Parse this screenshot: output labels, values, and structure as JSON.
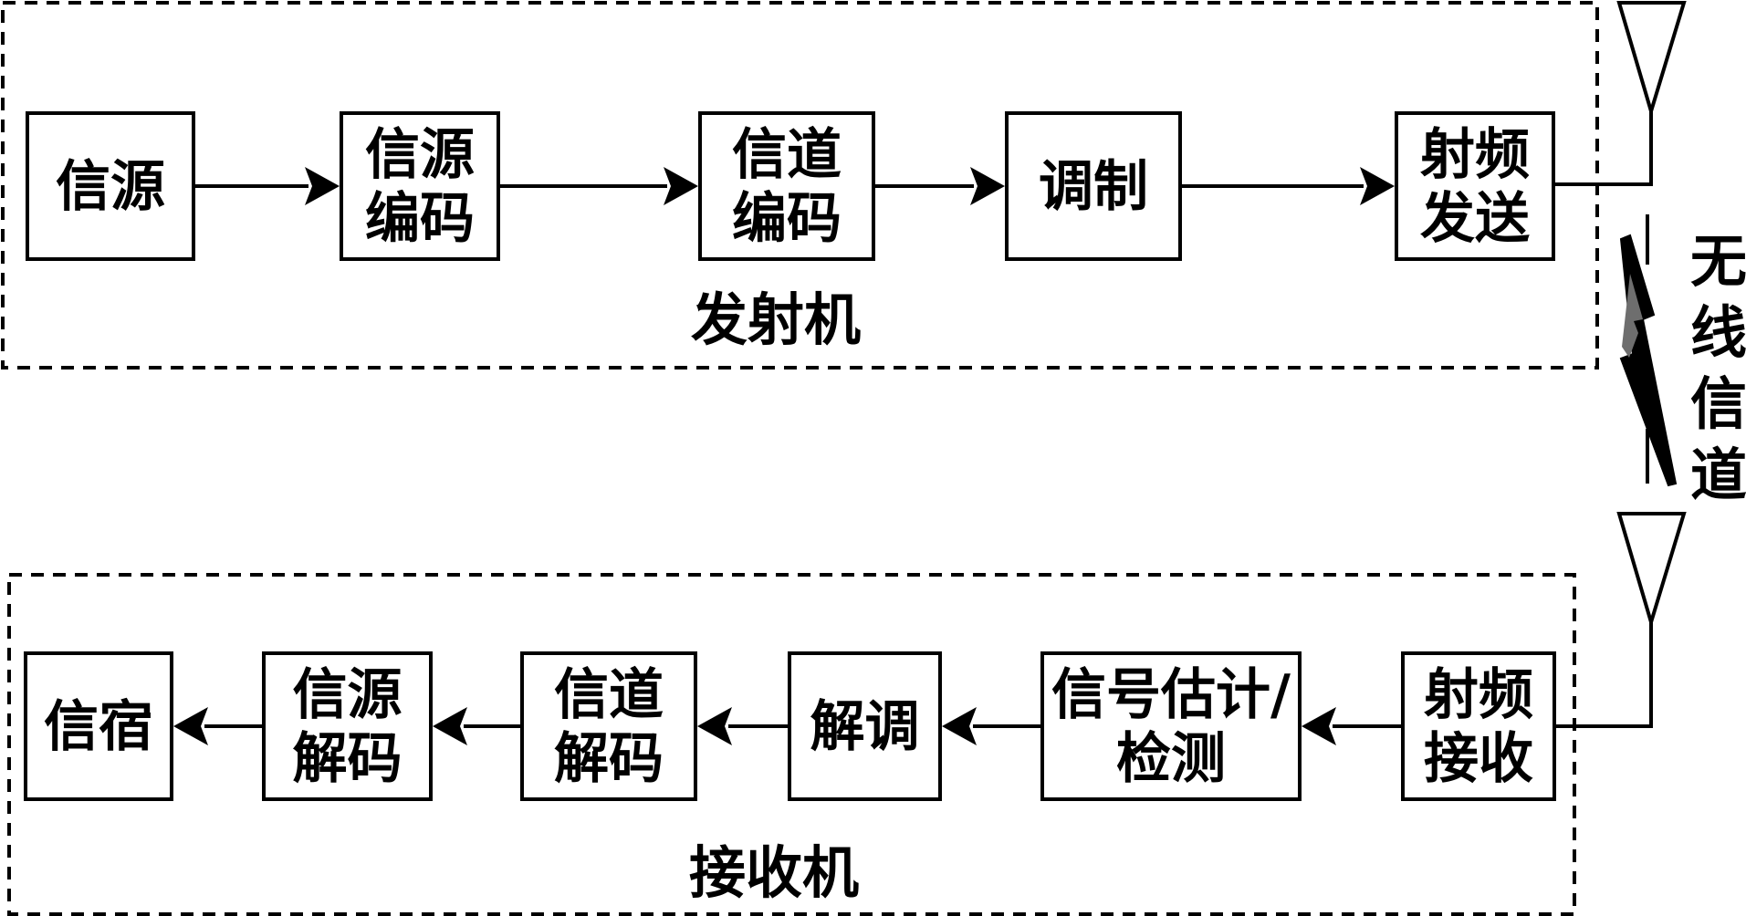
{
  "transmitter": {
    "label": "发射机",
    "blocks": [
      {
        "id": "source",
        "lines": [
          "信源"
        ]
      },
      {
        "id": "source-coding",
        "lines": [
          "信源",
          "编码"
        ]
      },
      {
        "id": "channel-coding",
        "lines": [
          "信道",
          "编码"
        ]
      },
      {
        "id": "modulation",
        "lines": [
          "调制"
        ]
      },
      {
        "id": "rf-transmit",
        "lines": [
          "射频",
          "发送"
        ]
      }
    ]
  },
  "receiver": {
    "label": "接收机",
    "blocks": [
      {
        "id": "sink",
        "lines": [
          "信宿"
        ]
      },
      {
        "id": "source-decoding",
        "lines": [
          "信源",
          "解码"
        ]
      },
      {
        "id": "channel-decoding",
        "lines": [
          "信道",
          "解码"
        ]
      },
      {
        "id": "demodulation",
        "lines": [
          "解调"
        ]
      },
      {
        "id": "signal-estimation-detection",
        "lines": [
          "信号估计/",
          "检测"
        ]
      },
      {
        "id": "rf-receive",
        "lines": [
          "射频",
          "接收"
        ]
      }
    ]
  },
  "channel": {
    "label_chars": [
      "无",
      "线",
      "信",
      "道"
    ]
  }
}
